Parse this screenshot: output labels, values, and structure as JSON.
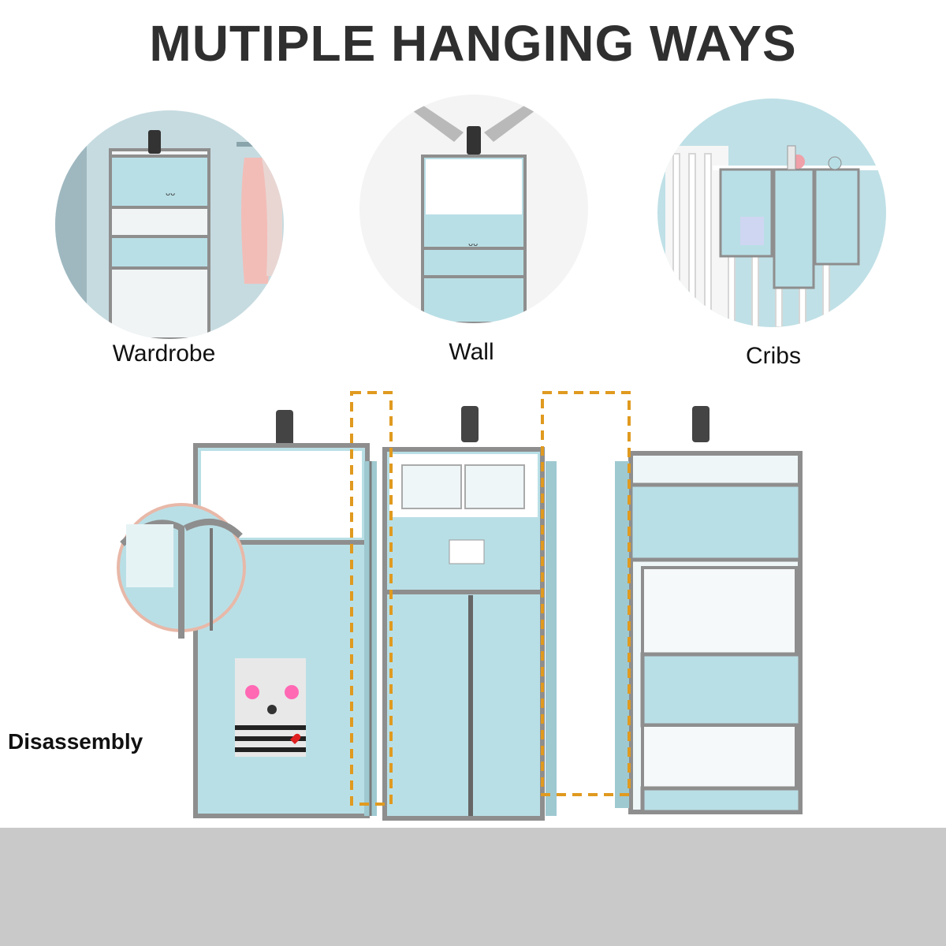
{
  "title": "MUTIPLE HANGING WAYS",
  "hanging_ways": [
    {
      "label": "Wardrobe",
      "icon": "wardrobe-scene"
    },
    {
      "label": "Wall",
      "icon": "wall-hook-scene"
    },
    {
      "label": "Cribs",
      "icon": "crib-scene"
    }
  ],
  "disassembly_label": "Disassembly",
  "colors": {
    "fabric": "#b9dfe6",
    "trim": "#8e8e8e",
    "dash": "#e09a1f",
    "floor": "#c9c9c9",
    "title": "#2f2f2f"
  }
}
